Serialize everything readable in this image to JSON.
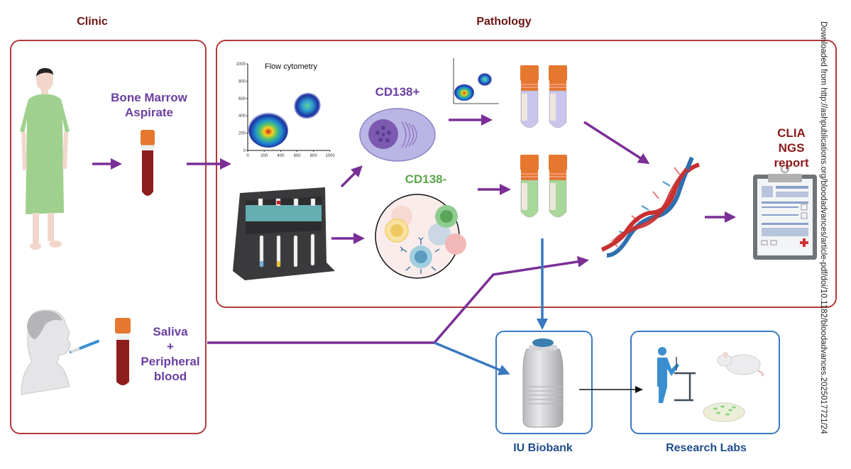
{
  "sections": {
    "clinic": "Clinic",
    "pathology": "Pathology"
  },
  "clinic": {
    "sample1_label_line1": "Bone Marrow",
    "sample1_label_line2": "Aspirate",
    "sample2_label_line1": "Saliva",
    "sample2_label_line2": "+",
    "sample2_label_line3": "Peripheral",
    "sample2_label_line4": "blood"
  },
  "pathology": {
    "flow_title": "Flow cytometry",
    "flow_x_ticks": [
      "0",
      "200",
      "400",
      "600",
      "800",
      "1000"
    ],
    "flow_y_ticks": [
      "0",
      "200",
      "400",
      "600",
      "800",
      "1000"
    ],
    "cd138_pos": "CD138+",
    "cd138_neg": "CD138-",
    "report_line1": "CLIA NGS",
    "report_line2": "report"
  },
  "storage": {
    "biobank": "IU Biobank",
    "research": "Research Labs"
  },
  "watermark": "Downloaded from http://ashpublications.org/bloodadvances/article-pdf/doi/10.1182/bloodadvances.2025017721/24",
  "colors": {
    "clinic_border": "#b23a3a",
    "flow_arrow": "#7a2f96",
    "storage_arrow": "#3a78c0",
    "section_title": "#6b1414"
  }
}
